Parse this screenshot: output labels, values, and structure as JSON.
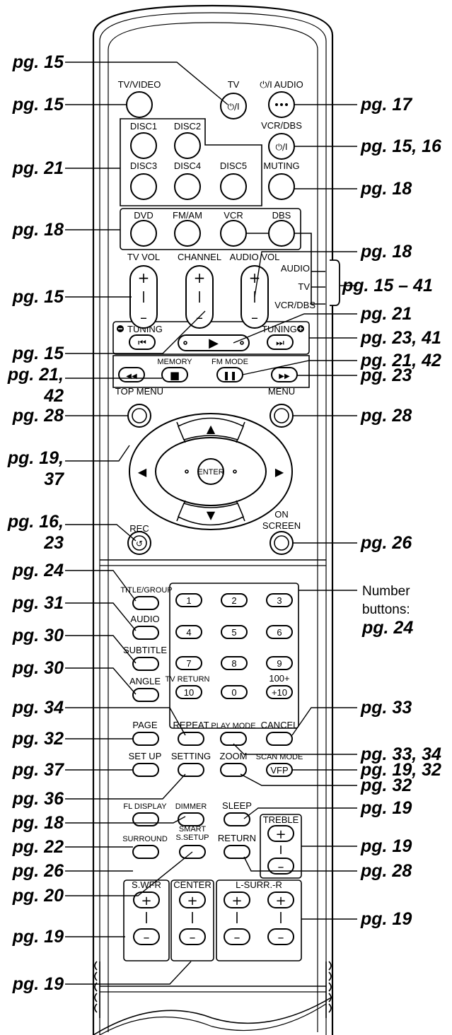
{
  "labels": {
    "tv_video": "TV/VIDEO",
    "tv": "TV",
    "audio_power": "⏻/I AUDIO",
    "disc1": "DISC1",
    "disc2": "DISC2",
    "disc3": "DISC3",
    "disc4": "DISC4",
    "disc5": "DISC5",
    "vcr_dbs": "VCR/DBS",
    "muting": "MUTING",
    "dvd": "DVD",
    "fm_am": "FM/AM",
    "vcr": "VCR",
    "dbs": "DBS",
    "tv_vol": "TV VOL",
    "channel": "CHANNEL",
    "audio_vol": "AUDIO VOL",
    "switch_audio": "AUDIO",
    "switch_tv": "TV",
    "switch_vcr_dbs": "VCR/DBS",
    "tuning_minus": "TUNING",
    "tuning_plus": "TUNING",
    "memory": "MEMORY",
    "fm_mode": "FM MODE",
    "top_menu": "TOP MENU",
    "menu": "MENU",
    "enter": "ENTER",
    "rec": "REC",
    "on_screen_1": "ON",
    "on_screen_2": "SCREEN",
    "title_group": "TITLE/GROUP",
    "audio": "AUDIO",
    "subtitle": "SUBTITLE",
    "angle": "ANGLE",
    "tv_return": "TV RETURN",
    "plus10_top": "100+",
    "page": "PAGE",
    "repeat": "REPEAT",
    "play_mode": "PLAY MODE",
    "cancel": "CANCEL",
    "set_up": "SET UP",
    "setting": "SETTING",
    "zoom": "ZOOM",
    "scan_mode": "SCAN MODE",
    "vfp": "VFP",
    "fl_display": "FL DISPLAY",
    "dimmer": "DIMMER",
    "sleep": "SLEEP",
    "treble": "TREBLE",
    "surround": "SURROUND",
    "smart_1": "SMART",
    "smart_2": "S.SETUP",
    "return": "RETURN",
    "swfr": "S.WFR",
    "center": "CENTER",
    "lsurr": "L-SURR.-R"
  },
  "number_keys": [
    "1",
    "2",
    "3",
    "4",
    "5",
    "6",
    "7",
    "8",
    "9",
    "10",
    "0",
    "+10"
  ],
  "icons": {
    "power": "⏻/I",
    "play": "▶",
    "skip_back": "⏮",
    "skip_fwd": "⏭",
    "stop": "■",
    "pause": "❚❚",
    "rewind": "◀◀",
    "ffwd": "▶▶",
    "up": "▲",
    "down": "▼",
    "left": "◀",
    "right": "▶",
    "plus": "+",
    "minus": "–",
    "circle_minus": "⊖",
    "circle_plus": "⊕",
    "rec": "↺"
  },
  "callouts": {
    "l1": "pg. 15",
    "l2": "pg. 15",
    "l3": "pg. 21",
    "l4": "pg. 18",
    "l5": "pg. 15",
    "l6": "pg. 15",
    "l7a": "pg. 21,",
    "l7b": "42",
    "l8": "pg. 28",
    "l9a": "pg. 19,",
    "l9b": "37",
    "l10a": "pg. 16,",
    "l10b": "23",
    "l11": "pg. 24",
    "l12": "pg. 31",
    "l13": "pg. 30",
    "l14": "pg. 30",
    "l15": "pg. 34",
    "l16": "pg. 32",
    "l17": "pg. 37",
    "l18": "pg. 36",
    "l19": "pg. 18",
    "l20": "pg. 22",
    "l21": "pg. 26",
    "l22": "pg. 20",
    "l23": "pg. 19",
    "l24": "pg. 19",
    "r1": "pg. 17",
    "r2": "pg. 15, 16",
    "r3": "pg. 18",
    "r4": "pg. 18",
    "r5": "pg. 15 – 41",
    "r6": "pg. 21",
    "r7": "pg. 23, 41",
    "r8": "pg. 21, 42",
    "r9": "pg. 23",
    "r10": "pg. 28",
    "r11": "pg. 26",
    "r12": "pg. 33",
    "r13": "pg. 33, 34",
    "r14": "pg. 19, 32",
    "r15": "pg. 32",
    "r16": "pg. 19",
    "r17": "pg. 19",
    "r18": "pg. 28",
    "r19": "pg. 19"
  },
  "number_note": {
    "line1": "Number",
    "line2": "buttons:",
    "line3": "pg. 24"
  }
}
